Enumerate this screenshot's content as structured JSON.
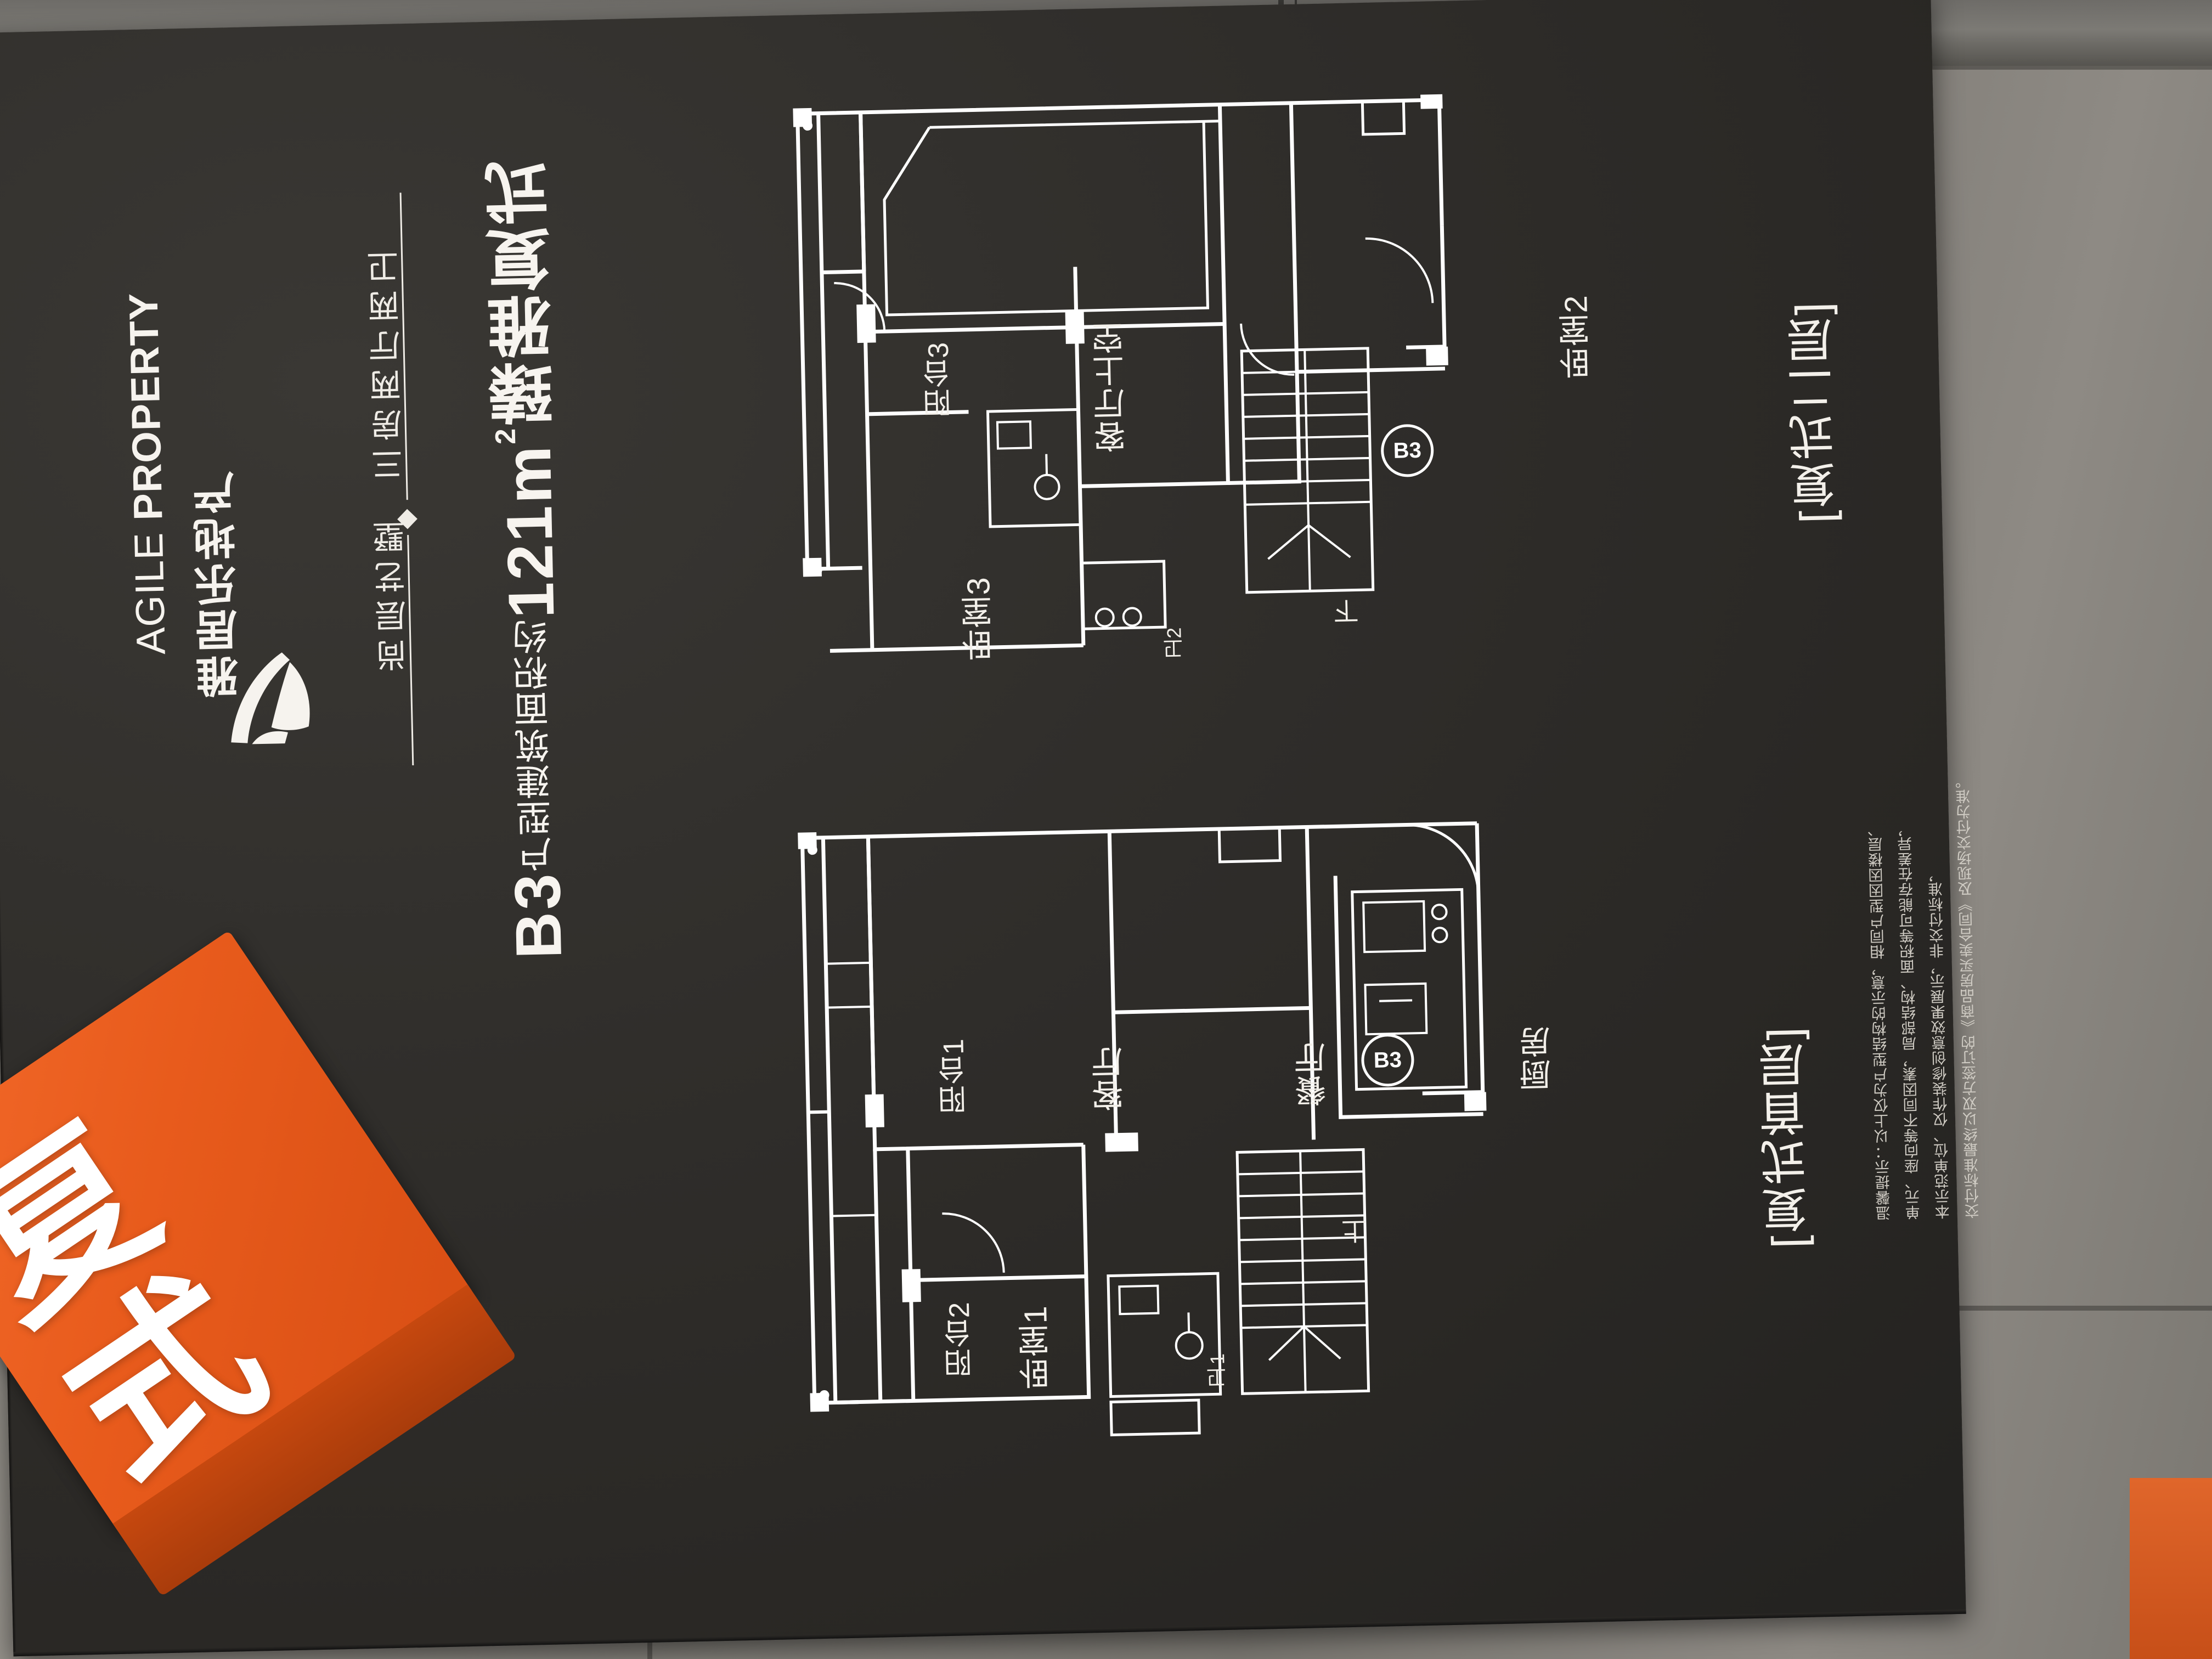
{
  "brand": {
    "name_en_light": "AGILE ",
    "name_en_bold": "PROPERTY",
    "name_cn": "雅居乐地产",
    "logo_icon": "agile-leaf-logo"
  },
  "title": {
    "unit_code": "B3",
    "unit_code_suffix": "户型",
    "area_prefix": "建筑面积约",
    "area_value": "121",
    "area_unit": "m",
    "area_unit_sup": "2",
    "type_name": "臻雅复式",
    "series": "尚层艺墅",
    "rooms": "三房两厅两卫",
    "divider_icon": "diamond-bullet"
  },
  "plans": [
    {
      "caption": "[复式二层]",
      "name": "upper-floor-plan",
      "rooms": [
        {
          "label": "阳台3"
        },
        {
          "label": "客厅上空"
        },
        {
          "label": "卧室2"
        },
        {
          "label": "卧室3"
        },
        {
          "label": "卫2"
        },
        {
          "label": "下"
        }
      ],
      "badge": "B3"
    },
    {
      "caption": "[复式首层]",
      "name": "lower-floor-plan",
      "rooms": [
        {
          "label": "阳台1"
        },
        {
          "label": "客厅"
        },
        {
          "label": "餐厅"
        },
        {
          "label": "厨房"
        },
        {
          "label": "阳台2"
        },
        {
          "label": "卧室1"
        },
        {
          "label": "卫1"
        },
        {
          "label": "上"
        }
      ],
      "badge": "B3"
    }
  ],
  "disclaimer": {
    "lines": [
      "温馨提示：以上仅为户型结构的示意，相同户型因因楼层、",
      "单元、座向等不同因素，局部结构、面积等可能存在差异，",
      "本示范单位、仅作装修创意效果展示，非交付标准，",
      "交付标准最终以双方签订的《商品房买卖合同》及现场交付为准。"
    ]
  },
  "sample_box": {
    "glyph_line1": "复",
    "glyph_line2": "式",
    "color": "#e85b1c"
  },
  "colors": {
    "board": "#302e2b",
    "ink": "#f2efe9",
    "accent_orange": "#e85b1c"
  }
}
